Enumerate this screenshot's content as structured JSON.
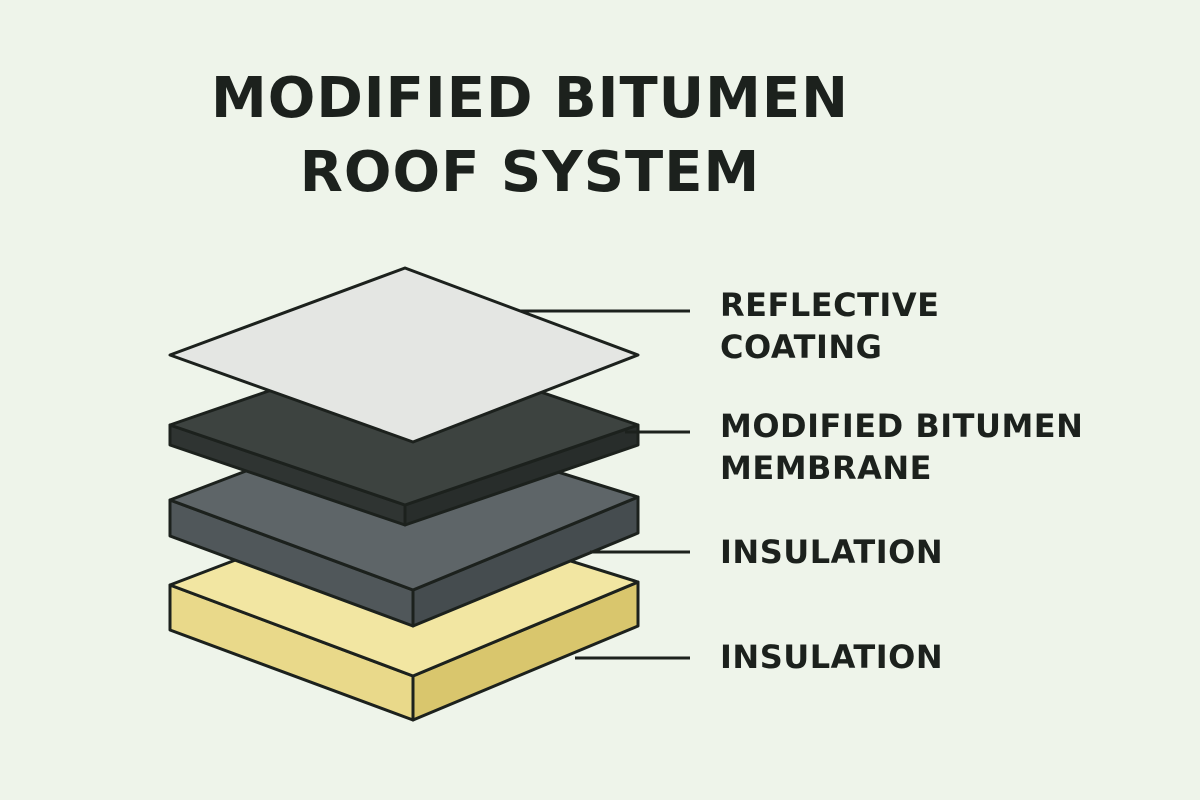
{
  "title": {
    "line1": "MODIFIED BITUMEN",
    "line2": "ROOF SYSTEM"
  },
  "layers": [
    {
      "label_line1": "REFLECTIVE",
      "label_line2": "COATING",
      "color": "#e4e6e3"
    },
    {
      "label_line1": "MODIFIED BITUMEN",
      "label_line2": "MEMBRANE",
      "color": "#3d4340"
    },
    {
      "label_line1": "INSULATION",
      "label_line2": "",
      "color": "#5e6568"
    },
    {
      "label_line1": "INSULATION",
      "label_line2": "",
      "color": "#f2e6a2"
    }
  ],
  "colors": {
    "background": "#eef4ea",
    "outline": "#1c211d",
    "text": "#1c211d"
  }
}
